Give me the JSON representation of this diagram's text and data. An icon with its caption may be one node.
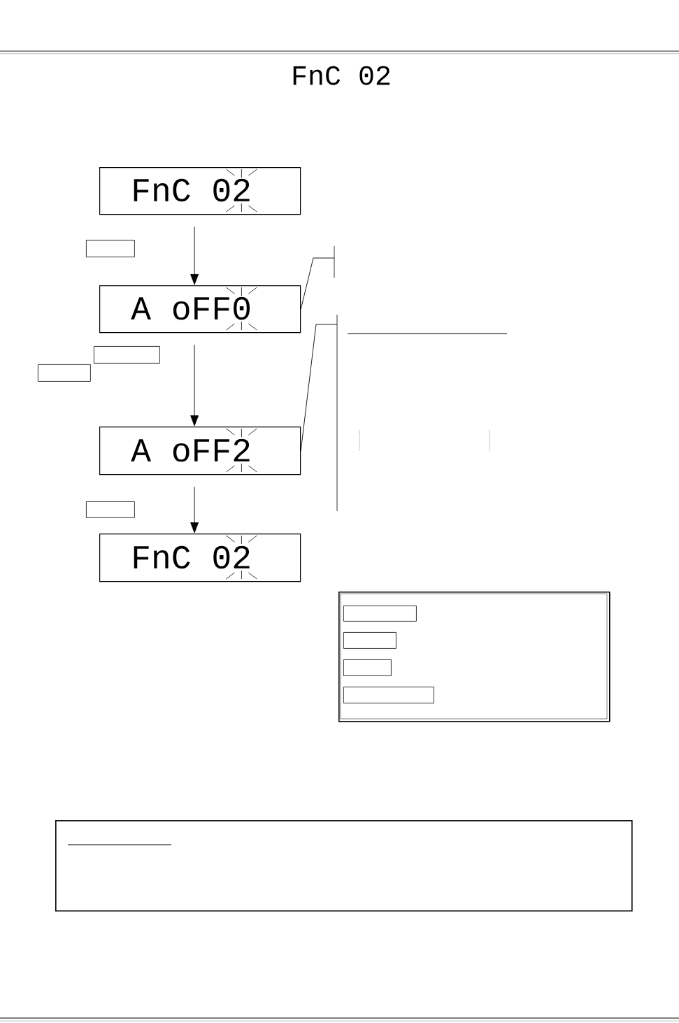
{
  "diagram": {
    "title": "FnC 02",
    "nodes": [
      {
        "text": [
          "FnC 02"
        ]
      },
      {
        "text": [],
        "shape": "box"
      },
      {
        "text": [
          "A oFF0"
        ]
      },
      {
        "text": [],
        "shape": "box"
      },
      {
        "text": [],
        "shape": "box"
      },
      {
        "text": [
          "A oFF2"
        ]
      },
      {
        "text": [],
        "shape": "box"
      },
      {
        "text": [
          "FnC 02"
        ]
      },
      {
        "text": [],
        "shape": "box"
      },
      {
        "text": [],
        "shape": "box",
        "in": 8
      },
      {
        "text": [],
        "shape": "box",
        "in": 8
      },
      {
        "text": [],
        "shape": "box",
        "in": 8
      },
      {
        "text": [],
        "shape": "box",
        "in": 8
      },
      {
        "text": [],
        "shape": "box"
      }
    ],
    "edges": [
      {
        "from": 0,
        "to": 2,
        "arrow": "to"
      },
      {
        "from": 2,
        "to": 5,
        "arrow": "to"
      },
      {
        "from": 5,
        "to": 7,
        "arrow": "to"
      },
      {
        "from": 2,
        "to": null,
        "arrow": "none"
      },
      {
        "from": 5,
        "to": null,
        "arrow": "none"
      }
    ]
  }
}
